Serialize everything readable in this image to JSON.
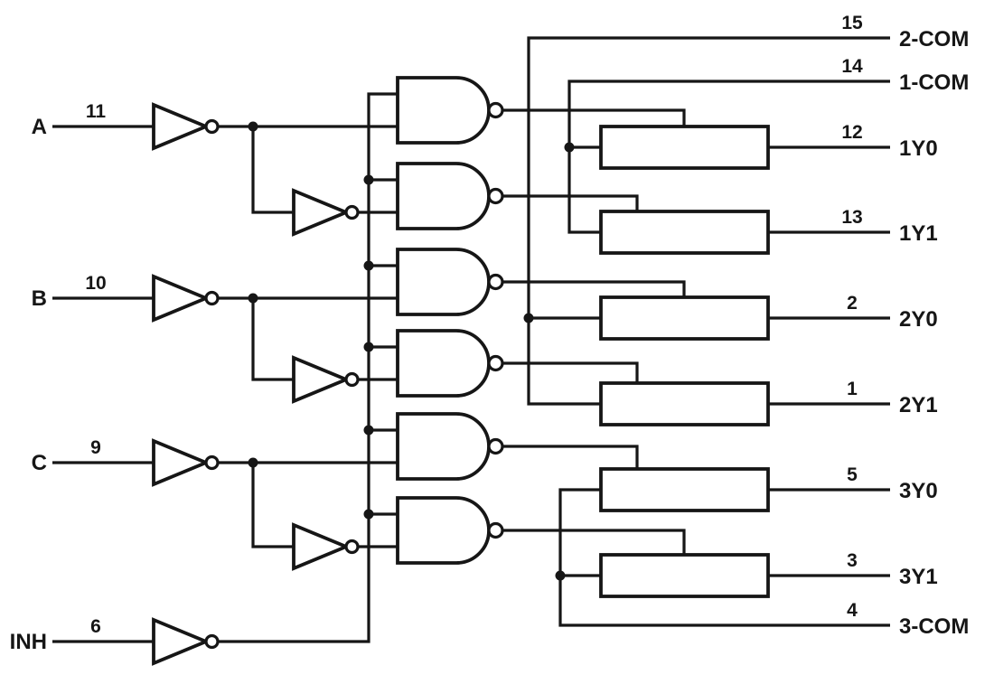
{
  "diagram": {
    "background": "#ffffff",
    "line_color": "#161616",
    "inputs": [
      {
        "name": "A",
        "pin": "11"
      },
      {
        "name": "B",
        "pin": "10"
      },
      {
        "name": "C",
        "pin": "9"
      },
      {
        "name": "INH",
        "pin": "6"
      }
    ],
    "outputs": [
      {
        "name": "2-COM",
        "pin": "15"
      },
      {
        "name": "1-COM",
        "pin": "14"
      },
      {
        "name": "1Y0",
        "pin": "12"
      },
      {
        "name": "1Y1",
        "pin": "13"
      },
      {
        "name": "2Y0",
        "pin": "2"
      },
      {
        "name": "2Y1",
        "pin": "1"
      },
      {
        "name": "3Y0",
        "pin": "5"
      },
      {
        "name": "3Y1",
        "pin": "3"
      },
      {
        "name": "3-COM",
        "pin": "4"
      }
    ],
    "components": {
      "inverters": 7,
      "nand_gates": 6,
      "transmission_gates": 6
    }
  }
}
